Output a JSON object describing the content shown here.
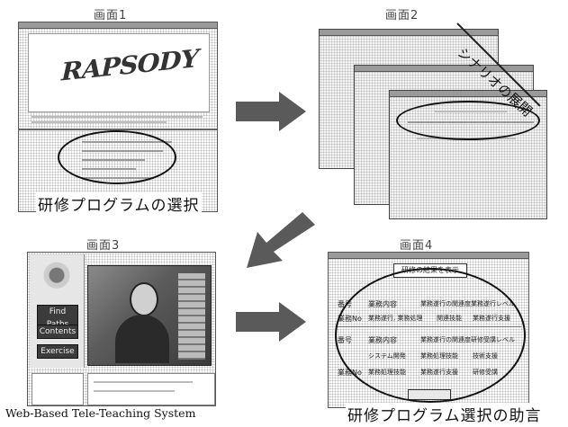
{
  "captions": {
    "screen1": "画面1",
    "screen2": "画面2",
    "screen3": "画面3",
    "screen4": "画面4"
  },
  "labels": {
    "screen1_caption": "研修プログラムの選択",
    "screen2_scenario": "シナリオの展開",
    "screen3_system": "Web-Based Tele-Teaching System",
    "screen4_caption": "研修プログラム選択の助言"
  },
  "screen1": {
    "logo_text": "RAPSODY"
  },
  "screen3": {
    "buttons": [
      "Find Paths",
      "Contents",
      "Exercise"
    ]
  },
  "screen4": {
    "title_box": "研修の結果を表示",
    "row1": [
      "番号",
      "業務内容",
      "業務遂行の関連度",
      "業務遂行レベル"
    ],
    "row2": [
      "業務No",
      "業務遂行, 業務処理",
      "関連技能",
      "業務遂行支援"
    ],
    "row3": [
      "番号",
      "業務内容",
      "業務遂行の関連度",
      "研修受講レベル"
    ],
    "row4": [
      "",
      "システム開発",
      "業務処理技能",
      "技術支援"
    ],
    "row5": [
      "業務No",
      "業務処理技能",
      "業務遂行支援",
      "研修受講"
    ]
  },
  "colors": {
    "arrow": "#555555",
    "ellipse": "#111111",
    "frame": "#555555"
  }
}
